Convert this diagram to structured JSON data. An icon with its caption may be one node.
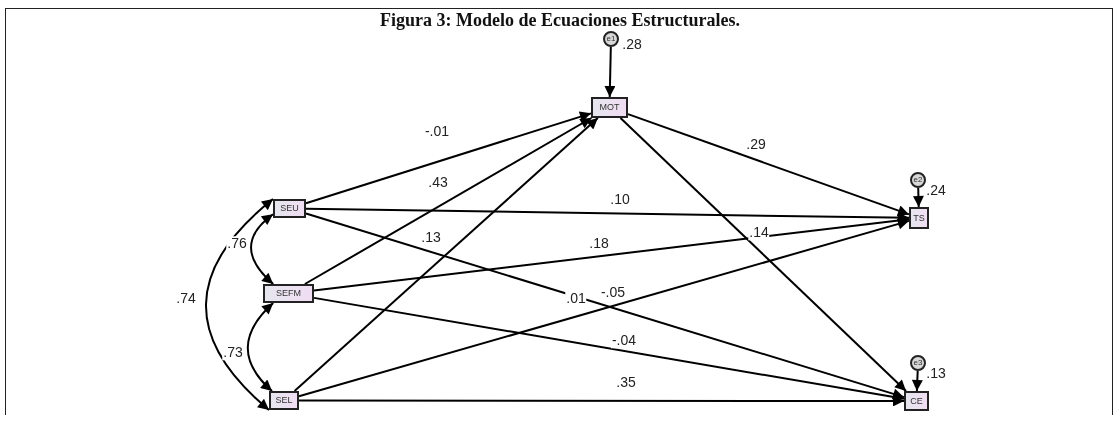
{
  "diagram": {
    "title": "Figura 3: Modelo de Ecuaciones Estructurales.",
    "nodes": [
      {
        "text": [
          "SEU"
        ]
      },
      {
        "text": [
          "SEFM"
        ]
      },
      {
        "text": [
          "SEL"
        ]
      },
      {
        "text": [
          "MOT"
        ]
      },
      {
        "text": [
          "TS"
        ]
      },
      {
        "text": [
          "CE"
        ]
      },
      {
        "text": [
          "e1"
        ],
        "beside": [
          ".28"
        ]
      },
      {
        "text": [
          "e2"
        ],
        "beside": [
          ".24"
        ]
      },
      {
        "text": [
          "e3"
        ],
        "beside": [
          ".13"
        ]
      }
    ],
    "edges": [
      {
        "from": 6,
        "to": 3,
        "arrow": "to"
      },
      {
        "from": 7,
        "to": 4,
        "arrow": "to"
      },
      {
        "from": 8,
        "to": 5,
        "arrow": "to"
      },
      {
        "from": 0,
        "to": 3,
        "arrow": "to",
        "label": "-.01"
      },
      {
        "from": 1,
        "to": 3,
        "arrow": "to",
        "label": ".43"
      },
      {
        "from": 2,
        "to": 3,
        "arrow": "to",
        "label": ".13"
      },
      {
        "from": 3,
        "to": 4,
        "arrow": "to",
        "label": ".29"
      },
      {
        "from": 3,
        "to": 5,
        "arrow": "to",
        "label": ".14"
      },
      {
        "from": 0,
        "to": 4,
        "arrow": "to",
        "label": ".10"
      },
      {
        "from": 1,
        "to": 4,
        "arrow": "to",
        "label": ".18"
      },
      {
        "from": 0,
        "to": 5,
        "arrow": "to",
        "label": ".01"
      },
      {
        "from": 2,
        "to": 4,
        "arrow": "to",
        "label": "-.05"
      },
      {
        "from": 1,
        "to": 5,
        "arrow": "to",
        "label": "-.04"
      },
      {
        "from": 2,
        "to": 5,
        "arrow": "to",
        "label": ".35"
      },
      {
        "from": 0,
        "to": 1,
        "arrow": "both",
        "label": ".76"
      },
      {
        "from": 1,
        "to": 2,
        "arrow": "both",
        "label": ".73"
      },
      {
        "from": 0,
        "to": 2,
        "arrow": "both",
        "label": ".74"
      }
    ]
  }
}
